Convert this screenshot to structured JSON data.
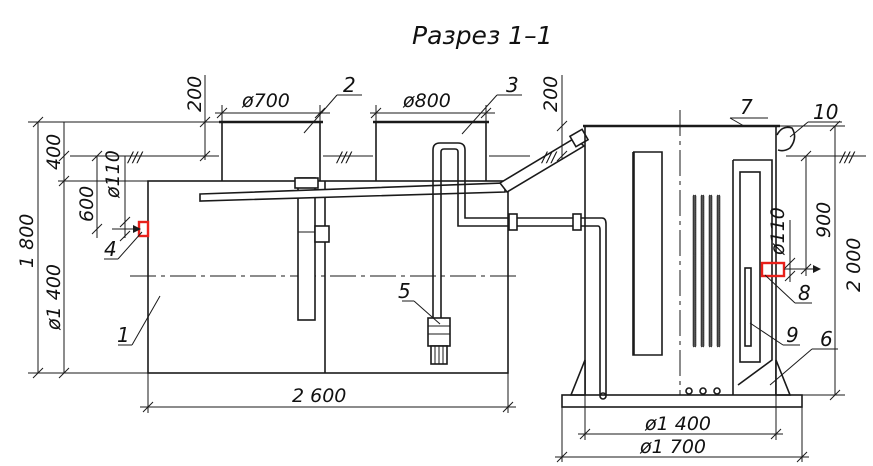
{
  "title": "Разрез 1–1",
  "callouts": [
    "1",
    "2",
    "3",
    "4",
    "5",
    "6",
    "7",
    "8",
    "9",
    "10"
  ],
  "dimensions": {
    "height_1800": "1 800",
    "diam_1400_left": "ø1 400",
    "top_400": "400",
    "mid_600": "600",
    "pipe_110_left": "ø110",
    "top_200_left": "200",
    "hatch_700": "ø700",
    "hatch_800": "ø800",
    "top_200_right": "200",
    "length_2600": "2 600",
    "pipe_110_right": "ø110",
    "depth_900": "900",
    "height_2000": "2 000",
    "diam_1400_bottom": "ø1 400",
    "diam_1700_bottom": "ø1 700"
  },
  "ground_mark": "///",
  "colors": {
    "line": "#1a1a1a",
    "pipe_highlight": "#e8201a",
    "background": "#ffffff"
  }
}
